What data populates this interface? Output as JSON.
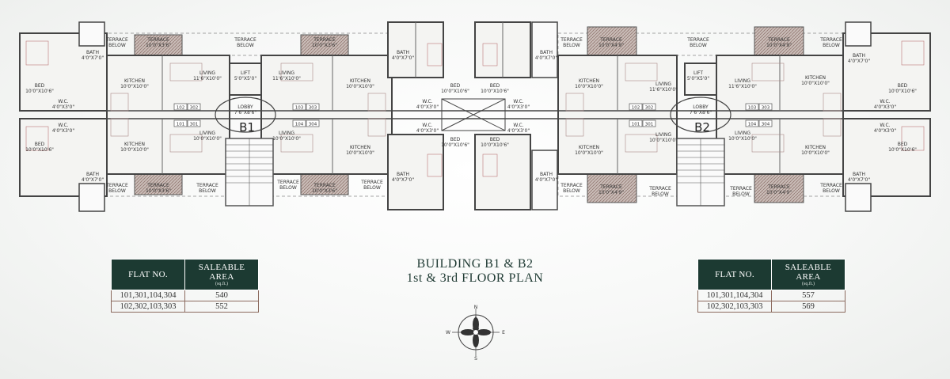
{
  "plan": {
    "labels": {
      "bed": "BED",
      "bed_size": "10'0\"X10'6\"",
      "bath": "BATH",
      "bath_size": "4'0\"X7'0\"",
      "kitchen": "KITCHEN",
      "kitchen_size": "10'0\"X10'0\"",
      "living": "LIVING",
      "living_size_a": "11'6\"X10'0\"",
      "living_size_b": "10'0\"X10'0\"",
      "terrace": "TERRACE",
      "below": "BELOW",
      "terrace_size_a": "10'0\"X3'6\"",
      "terrace_size_b": "10'0\"X4'9\"",
      "lift": "LIFT",
      "lift_size": "5'0\"X5'0\"",
      "lobby": "LOBBY",
      "lobby_size": "7'6\"X8'6\"",
      "wc": "W.C.",
      "wc_size": "4'0\"X3'0\"",
      "b1": "B1",
      "b2": "B2",
      "unit_102": "102",
      "unit_302": "302",
      "unit_101": "101",
      "unit_301": "301",
      "unit_103": "103",
      "unit_303": "303",
      "unit_104": "104",
      "unit_304": "304"
    }
  },
  "title": {
    "line1": "BUILDING B1 & B2",
    "line2": "1st & 3rd FLOOR PLAN"
  },
  "tables": {
    "header_flat": "FLAT NO.",
    "header_area": "SALEABLE AREA",
    "header_unit": "(sq.ft.)",
    "left": [
      {
        "flats": "101,301,104,304",
        "area": "540"
      },
      {
        "flats": "102,302,103,303",
        "area": "552"
      }
    ],
    "right": [
      {
        "flats": "101,301,104,304",
        "area": "557"
      },
      {
        "flats": "102,302,103,303",
        "area": "569"
      }
    ]
  },
  "compass": {
    "n": "N",
    "s": "S",
    "e": "E",
    "w": "W"
  },
  "colors": {
    "table_header": "#1c3a32",
    "wall": "#555555",
    "terrace_hatch": "#8a6f68"
  }
}
